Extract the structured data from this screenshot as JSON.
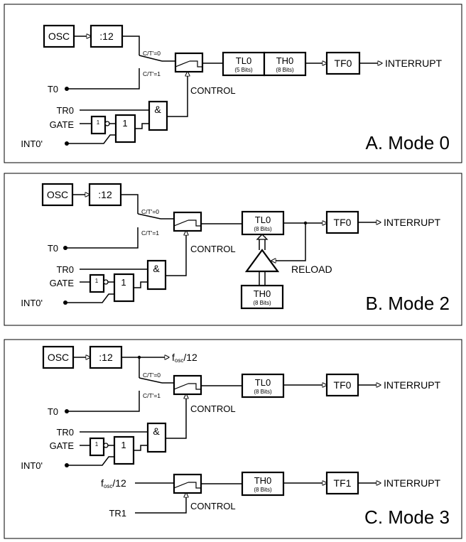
{
  "panels": [
    {
      "title": "A. Mode 0",
      "osc": "OSC",
      "div": ":12",
      "sel0": "C/T'=0",
      "sel1": "C/T'=1",
      "t0": "T0",
      "control": "CONTROL",
      "tr": "TR0",
      "gate": "GATE",
      "int": "INT0'",
      "and": "&",
      "or": "1",
      "not": "1",
      "reg1": {
        "name": "TL0",
        "bits": "(5 Bits)"
      },
      "reg2": {
        "name": "TH0",
        "bits": "(8 Bits)"
      },
      "flag": "TF0",
      "interrupt": "INTERRUPT"
    },
    {
      "title": "B. Mode 2",
      "osc": "OSC",
      "div": ":12",
      "sel0": "C/T'=0",
      "sel1": "C/T'=1",
      "t0": "T0",
      "control": "CONTROL",
      "tr": "TR0",
      "gate": "GATE",
      "int": "INT0'",
      "and": "&",
      "or": "1",
      "not": "1",
      "reg1": {
        "name": "TL0",
        "bits": "(8 Bits)"
      },
      "reload_src": {
        "name": "TH0",
        "bits": "(8 Bits)"
      },
      "reload": "RELOAD",
      "flag": "TF0",
      "interrupt": "INTERRUPT"
    },
    {
      "title": "C. Mode 3",
      "osc": "OSC",
      "div": ":12",
      "fosc_out": {
        "f": "f",
        "sub": "osc",
        "rest": "/12"
      },
      "sel0": "C/T'=0",
      "sel1": "C/T'=1",
      "t0": "T0",
      "control": "CONTROL",
      "tr": "TR0",
      "gate": "GATE",
      "int": "INT0'",
      "and": "&",
      "or": "1",
      "not": "1",
      "reg1": {
        "name": "TL0",
        "bits": "(8 Bits)"
      },
      "flag": "TF0",
      "interrupt": "INTERRUPT",
      "fosc_in": {
        "f": "f",
        "sub": "osc",
        "rest": "/12"
      },
      "reg2": {
        "name": "TH0",
        "bits": "(8 Bits)"
      },
      "flag2": "TF1",
      "interrupt2": "INTERRUPT",
      "tr1": "TR1",
      "control2": "CONTROL"
    }
  ]
}
